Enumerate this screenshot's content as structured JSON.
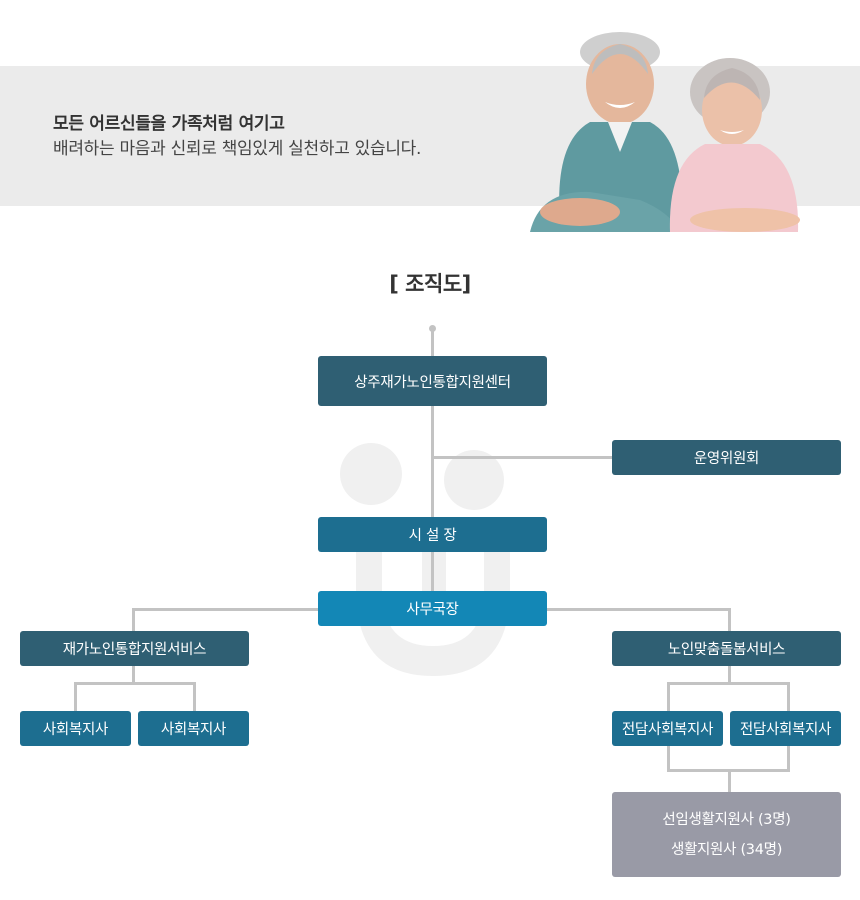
{
  "banner": {
    "line1": "모든 어르신들을 가족처럼 여기고",
    "line2": "배려하는 마음과 신뢰로 책임있게 실천하고 있습니다."
  },
  "title": "[ 조직도]",
  "org": {
    "center": "상주재가노인통합지원센터",
    "committee": "운영위원회",
    "director": "시 설 장",
    "secretary": "사무국장",
    "left_service": "재가노인통합지원서비스",
    "left_staff": [
      "사회복지사",
      "사회복지사"
    ],
    "right_service": "노인맞춤돌봄서비스",
    "right_staff": [
      "전담사회복지사",
      "전담사회복지사"
    ],
    "support": [
      "선임생활지원사 (3명)",
      "생활지원사 (34명)"
    ]
  },
  "colors": {
    "box_dark": "#2f5f73",
    "box_mid": "#1d6e90",
    "box_light": "#1387b6",
    "box_gray": "#999aa6",
    "line": "#c3c3c3",
    "banner_bg": "#ebebeb"
  }
}
